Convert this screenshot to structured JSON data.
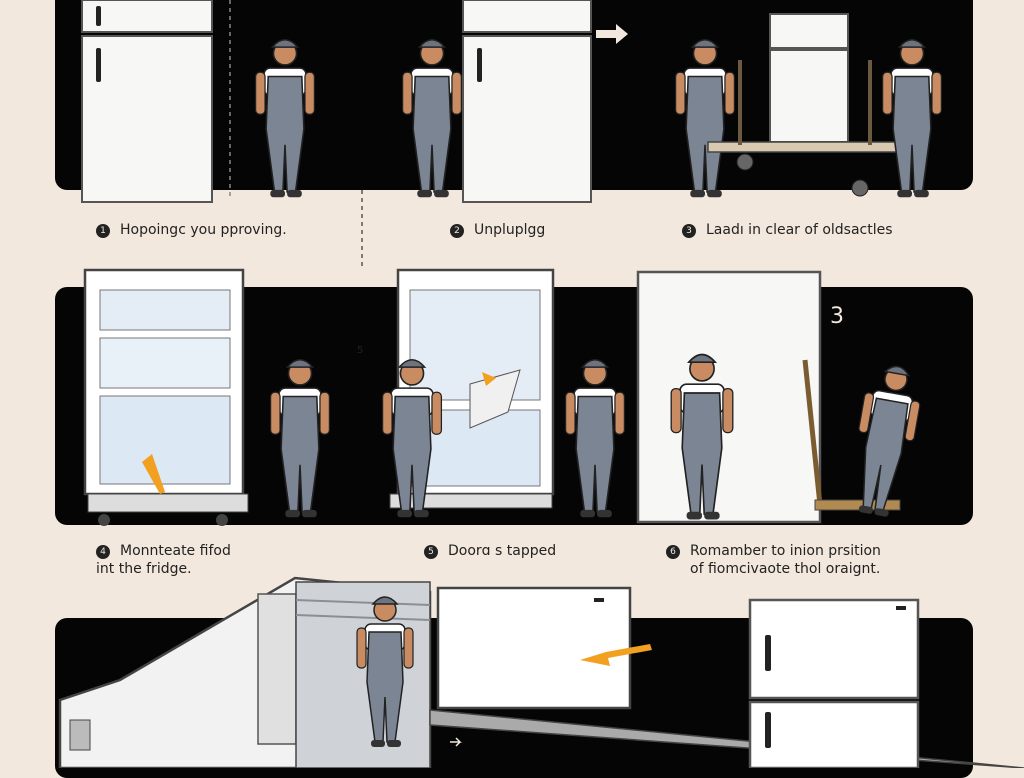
{
  "captions": [
    {
      "marker": "1",
      "lines": [
        "Hopoingc you pproving."
      ]
    },
    {
      "marker": "2",
      "lines": [
        "Unpluplgg"
      ]
    },
    {
      "marker": "3",
      "lines": [
        "Laadı in clear of oldsactles"
      ]
    },
    {
      "marker": "4",
      "lines": [
        "Monnteate fifod",
        "int the fridge."
      ]
    },
    {
      "marker": "5",
      "lines": [
        "Doorɑ s tapped"
      ]
    },
    {
      "marker": "6",
      "lines": [
        "Romamber to inion prsition",
        "of fiomcivaote thol oraignt."
      ]
    }
  ],
  "panel_number": "3",
  "small_marker": "5",
  "colors": {
    "background": "#f3e8dd",
    "panel": "#050505",
    "fridge": "#f7f7f5",
    "overalls": "#7c8594",
    "shirt": "#ffffff",
    "cap": "#6d7480",
    "arrow": "#f2a020"
  },
  "icons": [
    "arrow-right-icon",
    "dashed-divider",
    "hand-truck",
    "moving-truck"
  ]
}
